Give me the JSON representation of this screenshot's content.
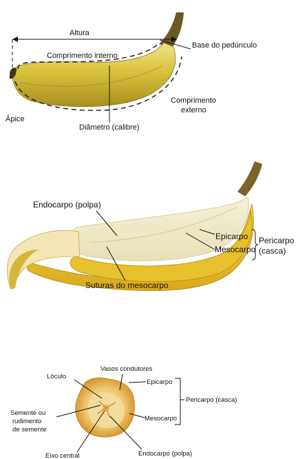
{
  "panel1": {
    "altura": "Altura",
    "comprimento_interno": "Comprimento interno",
    "base_pedunculo": "Base do pedúnculo",
    "apice": "Ápice",
    "comprimento_externo_l1": "Comprimento",
    "comprimento_externo_l2": "externo",
    "diametro": "Diâmetro (calibre)"
  },
  "panel2": {
    "endocarpo": "Endocarpo (polpa)",
    "epicarpo": "Epicarpo",
    "mesocarpo": "Mesocarpo",
    "pericarpo_l1": "Pericarpo",
    "pericarpo_l2": "(casca)",
    "suturas": "Suturas do mesocarpo"
  },
  "panel3": {
    "vasos": "Vasos condutores",
    "loculo": "Lóculo",
    "epicarpo": "Epicarpo",
    "pericarpo": "Pericarpo (casca)",
    "semente_l1": "Semente ou",
    "semente_l2": "rudimento",
    "semente_l3": "de semente",
    "mesocarpo": "Mesocarpo",
    "eixo": "Eixo central",
    "endocarpo": "Endocarpo (polpa)"
  }
}
